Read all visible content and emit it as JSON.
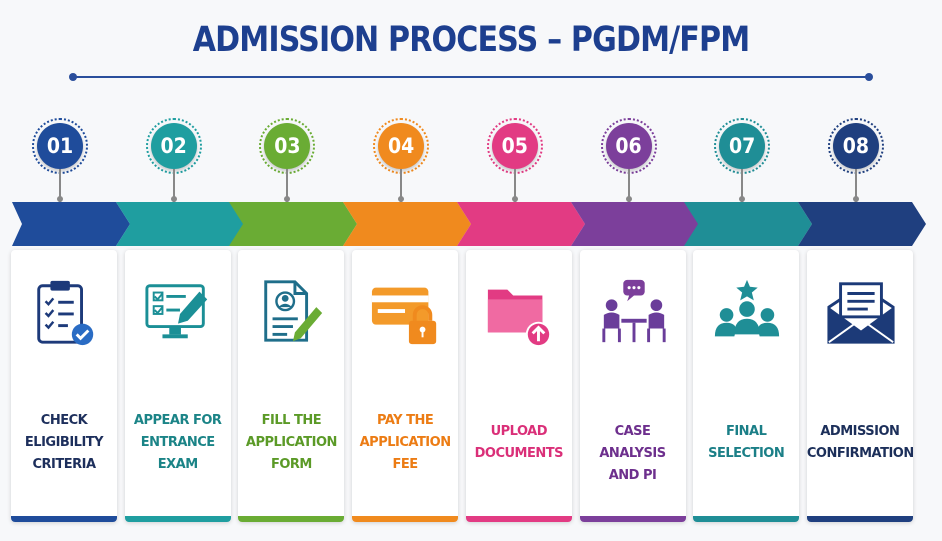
{
  "title": "ADMISSION PROCESS – PGDM/FPM",
  "steps": [
    {
      "number": "01",
      "label": "CHECK\nELIGIBILITY\nCRITERIA",
      "color": "#1f4c9b",
      "label_color": "#1d2f5c",
      "icon": "clipboard-checklist-icon"
    },
    {
      "number": "02",
      "label": "APPEAR FOR\nENTRANCE\nEXAM",
      "color": "#1f9ea0",
      "label_color": "#1b8487",
      "icon": "monitor-exam-icon"
    },
    {
      "number": "03",
      "label": "FILL THE\nAPPLICATION\nFORM",
      "color": "#6aac34",
      "label_color": "#5b9a27",
      "icon": "form-pencil-icon"
    },
    {
      "number": "04",
      "label": "PAY THE\nAPPLICATION\nFEE",
      "color": "#f08a1e",
      "label_color": "#ec7c14",
      "icon": "card-lock-icon"
    },
    {
      "number": "05",
      "label": "UPLOAD\nDOCUMENTS",
      "color": "#e23b83",
      "label_color": "#da2f78",
      "icon": "folder-upload-icon"
    },
    {
      "number": "06",
      "label": "CASE ANALYSIS\nAND PI",
      "color": "#7c3f9b",
      "label_color": "#6d2f8d",
      "icon": "interview-icon"
    },
    {
      "number": "07",
      "label": "FINAL\nSELECTION",
      "color": "#1f8e96",
      "label_color": "#1b7f87",
      "icon": "team-star-icon"
    },
    {
      "number": "08",
      "label": "ADMISSION\nCONFIRMATION",
      "color": "#1f3f7f",
      "label_color": "#1c2f5a",
      "icon": "envelope-letter-icon"
    }
  ]
}
